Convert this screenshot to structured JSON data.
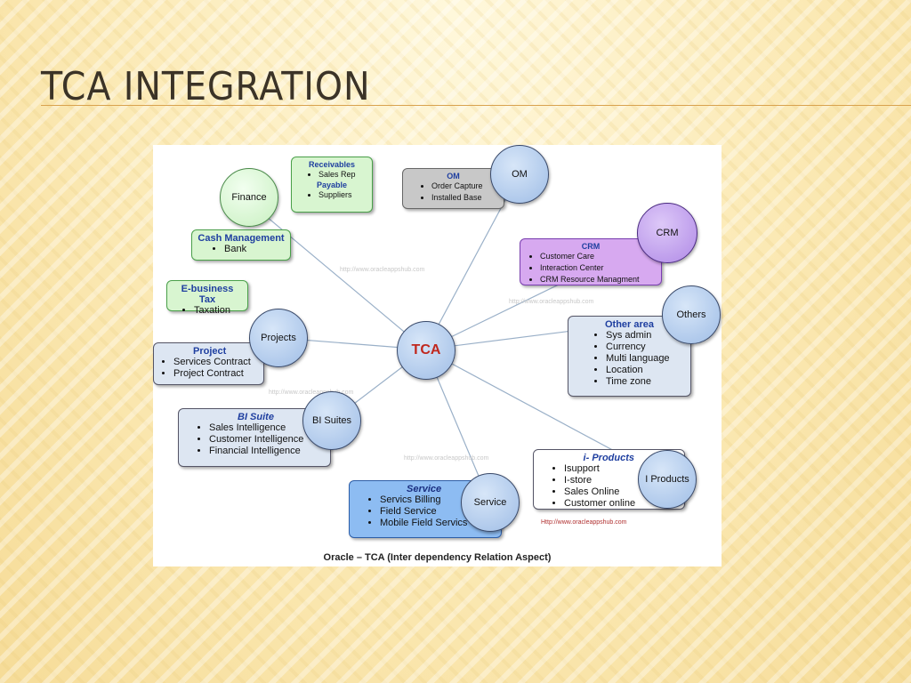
{
  "slide": {
    "title": "TCA INTEGRATION"
  },
  "diagram": {
    "center": "TCA",
    "nodes": {
      "finance": "Finance",
      "om": "OM",
      "crm": "CRM",
      "others": "Others",
      "projects": "Projects",
      "bi_suites": "BI Suites",
      "service": "Service",
      "i_products": "I Products"
    },
    "boxes": {
      "receivables": {
        "heading": "Receivables",
        "items": [
          "Sales Rep"
        ],
        "heading2": "Payable",
        "items2": [
          "Suppliers"
        ]
      },
      "cash_management": {
        "heading": "Cash Management",
        "items": [
          "Bank"
        ]
      },
      "ebusiness_tax": {
        "heading": "E-business Tax",
        "items": [
          "Taxation"
        ]
      },
      "om": {
        "heading": "OM",
        "items": [
          "Order Capture",
          "Installed Base"
        ]
      },
      "crm": {
        "heading": "CRM",
        "items": [
          "Customer Care",
          "Interaction Center",
          "CRM Resource Managment"
        ]
      },
      "other_area": {
        "heading": "Other area",
        "items": [
          "Sys admin",
          "Currency",
          "Multi language",
          "Location",
          "Time zone"
        ]
      },
      "project": {
        "heading": "Project",
        "items": [
          "Services Contract",
          "Project Contract"
        ]
      },
      "bi_suite": {
        "heading": "BI Suite",
        "items": [
          "Sales Intelligence",
          "Customer Intelligence",
          "Financial Intelligence"
        ]
      },
      "service": {
        "heading": "Service",
        "items": [
          "Servics Billing",
          "Field Service",
          "Mobile Field Servics"
        ]
      },
      "i_products": {
        "heading": "i- Products",
        "items": [
          "Isupport",
          "I-store",
          "Sales Online",
          "Customer online"
        ]
      }
    },
    "watermark": "http://www.oracleappshub.com",
    "footer_url": "Http://www.oracleappshub.com",
    "caption": "Oracle – TCA (Inter dependency Relation Aspect)",
    "colors": {
      "center_text": "#c0281e",
      "heading_text": "#1f3fa0"
    }
  }
}
